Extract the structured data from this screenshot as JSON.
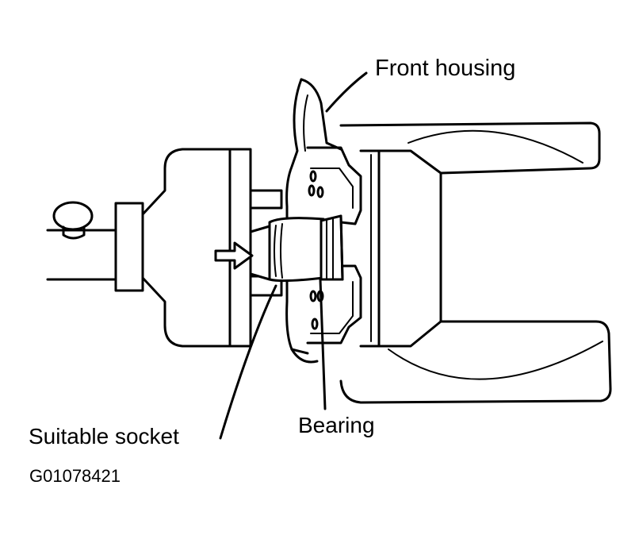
{
  "labels": {
    "front_housing": "Front housing",
    "suitable_socket": "Suitable socket",
    "bearing": "Bearing",
    "figure_code": "G01078421"
  },
  "colors": {
    "line": "#000000",
    "background": "#ffffff"
  }
}
